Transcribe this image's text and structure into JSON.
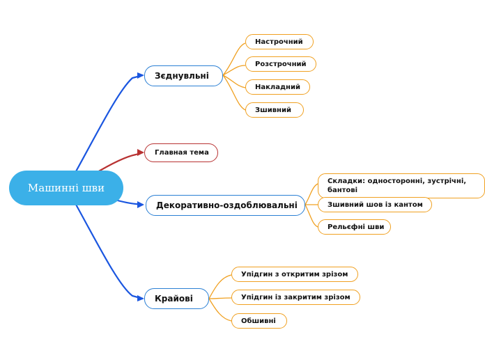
{
  "root": {
    "label": "Машинні шви",
    "color": "#3bb0e8"
  },
  "branches": [
    {
      "label": "Зєднувльні",
      "color": "#2a7fd4",
      "children": [
        "Настрочний",
        "Розстрочний",
        "Накладний",
        "Зшивний"
      ]
    },
    {
      "label": "Главная тема",
      "color": "#b83232",
      "children": []
    },
    {
      "label": "Декоративно-оздоблювальні",
      "color": "#2a7fd4",
      "children": [
        "Складки: односторонні, зустрічні, бантові",
        "Зшивний шов із кантом",
        "Рельєфні шви"
      ]
    },
    {
      "label": "Крайові",
      "color": "#2a7fd4",
      "children": [
        "Упідгин з откритим зрізом",
        "Упідгин із закритим зрізом",
        "Обшивні"
      ]
    }
  ],
  "leaf_color": "#f0a020"
}
